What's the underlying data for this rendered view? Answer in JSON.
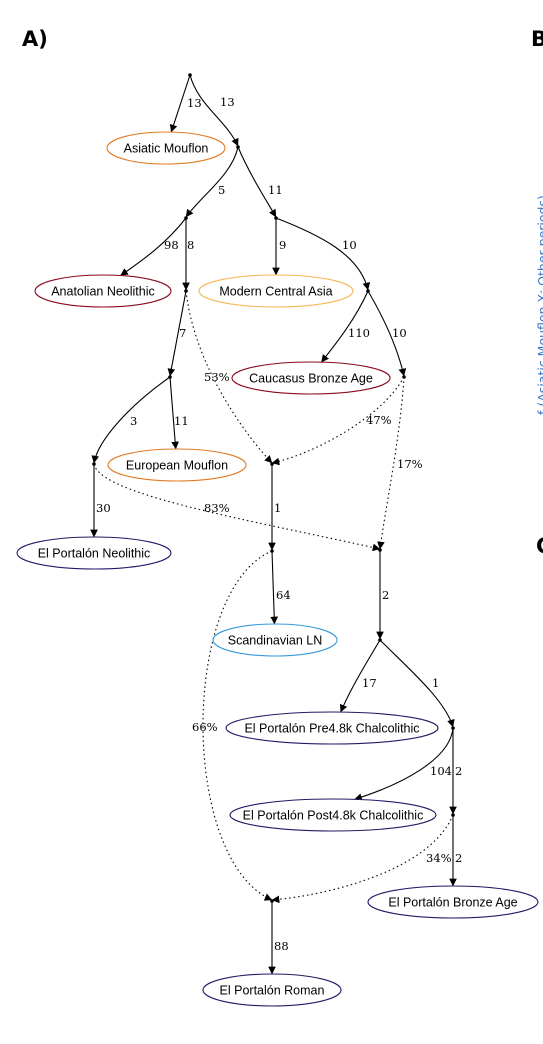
{
  "panel_label": "A)",
  "cut_label_top": "B",
  "cut_label_bottom": "C",
  "side_axis_text": "f (Asiatic Mouflon X; Other periods)",
  "nodes": [
    {
      "id": "asiatic-mouflon",
      "label": "Asiatic Mouflon",
      "color": "#e07b24"
    },
    {
      "id": "anatolian-neolithic",
      "label": "Anatolian Neolithic",
      "color": "#8b0a1e"
    },
    {
      "id": "modern-central-asia",
      "label": "Modern Central Asia",
      "color": "#f5b755"
    },
    {
      "id": "caucasus-bronze-age",
      "label": "Caucasus Bronze Age",
      "color": "#8b0a1e"
    },
    {
      "id": "european-mouflon",
      "label": "European Mouflon",
      "color": "#e07b24"
    },
    {
      "id": "el-portalon-neolithic",
      "label": "El Portalón Neolithic",
      "color": "#221a66"
    },
    {
      "id": "scandinavian-ln",
      "label": "Scandinavian LN",
      "color": "#3a9ad9"
    },
    {
      "id": "el-portalon-pre48k",
      "label": "El Portalón Pre4.8k Chalcolithic",
      "color": "#221a66"
    },
    {
      "id": "el-portalon-post48k",
      "label": "El Portalón Post4.8k Chalcolithic",
      "color": "#221a66"
    },
    {
      "id": "el-portalon-bronze-age",
      "label": "El Portalón Bronze Age",
      "color": "#221a66"
    },
    {
      "id": "el-portalon-roman",
      "label": "El Portalón Roman",
      "color": "#221a66"
    }
  ],
  "edges": [
    {
      "from": "root",
      "to": "asiatic-mouflon",
      "label": "13",
      "style": "solid"
    },
    {
      "from": "root",
      "to": "n1",
      "label": "13",
      "style": "solid"
    },
    {
      "from": "n1",
      "to": "n2",
      "label": "5",
      "style": "solid"
    },
    {
      "from": "n1",
      "to": "n3",
      "label": "11",
      "style": "solid"
    },
    {
      "from": "n2",
      "to": "anatolian-neolithic",
      "label": "98",
      "style": "solid"
    },
    {
      "from": "n2",
      "to": "n4",
      "label": "8",
      "style": "solid"
    },
    {
      "from": "n3",
      "to": "modern-central-asia",
      "label": "9",
      "style": "solid"
    },
    {
      "from": "n3",
      "to": "n5",
      "label": "10",
      "style": "solid"
    },
    {
      "from": "n4",
      "to": "n6",
      "label": "7",
      "style": "solid"
    },
    {
      "from": "n4",
      "to": "a1",
      "label": "53%",
      "style": "dotted"
    },
    {
      "from": "n5",
      "to": "caucasus-bronze-age",
      "label": "110",
      "style": "solid"
    },
    {
      "from": "n5",
      "to": "n7",
      "label": "10",
      "style": "solid"
    },
    {
      "from": "n7",
      "to": "a1",
      "label": "47%",
      "style": "dotted"
    },
    {
      "from": "n7",
      "to": "a2",
      "label": "17%",
      "style": "dotted"
    },
    {
      "from": "n6",
      "to": "n8",
      "label": "3",
      "style": "solid"
    },
    {
      "from": "n6",
      "to": "european-mouflon",
      "label": "11",
      "style": "solid"
    },
    {
      "from": "n8",
      "to": "el-portalon-neolithic",
      "label": "30",
      "style": "solid"
    },
    {
      "from": "n8",
      "to": "a2",
      "label": "83%",
      "style": "dotted"
    },
    {
      "from": "a1",
      "to": "n9",
      "label": "1",
      "style": "solid"
    },
    {
      "from": "n9",
      "to": "scandinavian-ln",
      "label": "64",
      "style": "solid"
    },
    {
      "from": "n9",
      "to": "a3",
      "label": "66%",
      "style": "dotted"
    },
    {
      "from": "a2",
      "to": "n10",
      "label": "2",
      "style": "solid"
    },
    {
      "from": "n10",
      "to": "el-portalon-pre48k",
      "label": "17",
      "style": "solid"
    },
    {
      "from": "n10",
      "to": "n11",
      "label": "1",
      "style": "solid"
    },
    {
      "from": "n11",
      "to": "el-portalon-post48k",
      "label": "104",
      "style": "solid"
    },
    {
      "from": "n11",
      "to": "n12",
      "label": "2",
      "style": "solid"
    },
    {
      "from": "n12",
      "to": "el-portalon-bronze-age",
      "label": "2",
      "style": "solid"
    },
    {
      "from": "n12",
      "to": "a3",
      "label": "34%",
      "style": "dotted"
    },
    {
      "from": "a3",
      "to": "el-portalon-roman",
      "label": "88",
      "style": "solid"
    }
  ]
}
